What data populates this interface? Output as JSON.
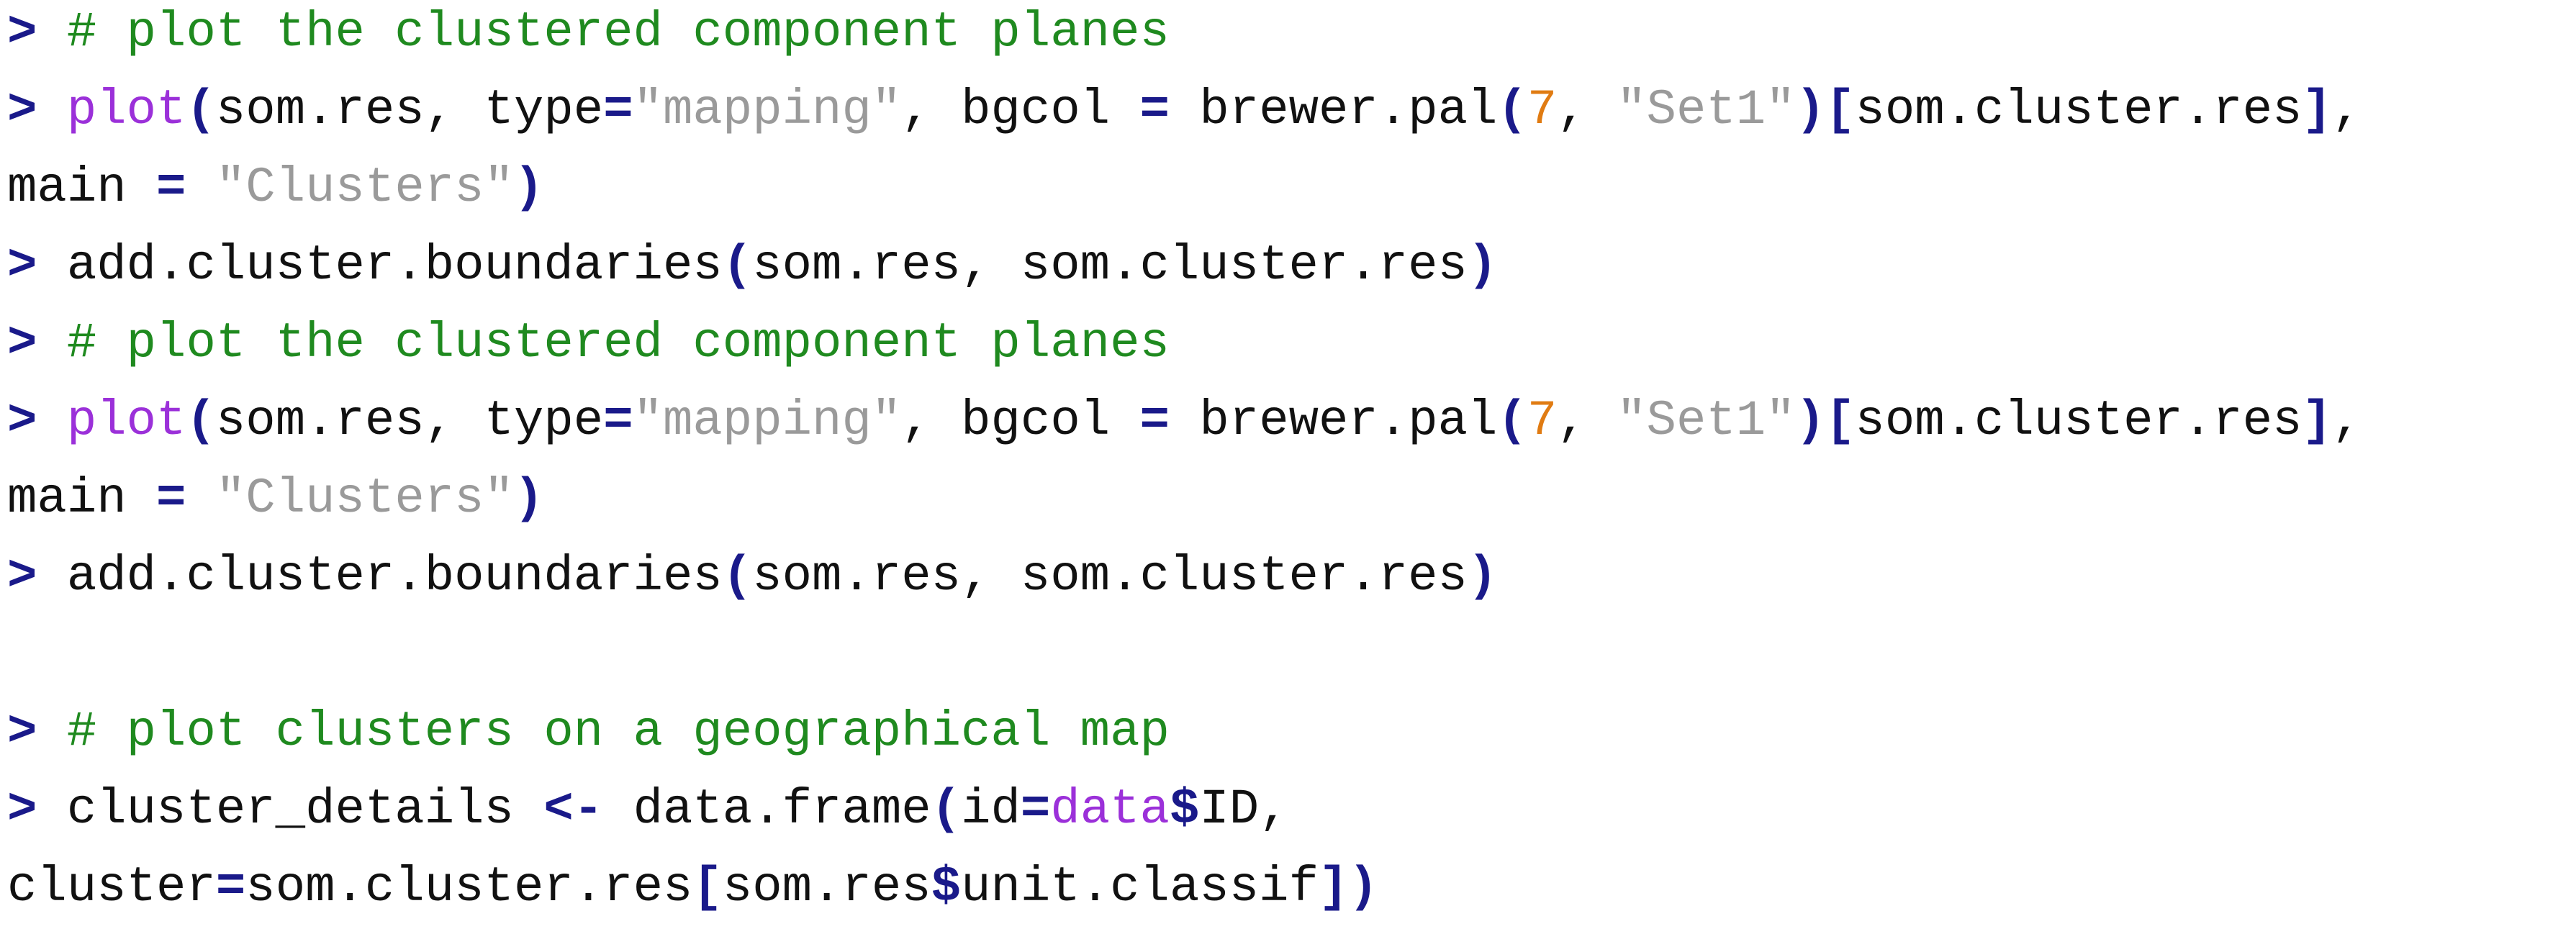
{
  "colors": {
    "prompt": "#1a1a8a",
    "comment": "#1f8a1f",
    "function": "#9b30d9",
    "string": "#9a9a9a",
    "number": "#e07b12",
    "text": "#111111",
    "background": "#ffffff"
  },
  "lines": [
    [
      {
        "c": "prompt",
        "t": "> "
      },
      {
        "c": "comment",
        "t": "# plot the clustered component planes"
      }
    ],
    [
      {
        "c": "prompt",
        "t": "> "
      },
      {
        "c": "fn",
        "t": "plot"
      },
      {
        "c": "paren",
        "t": "("
      },
      {
        "c": "plain",
        "t": "som.res, type"
      },
      {
        "c": "op",
        "t": "="
      },
      {
        "c": "str",
        "t": "\"mapping\""
      },
      {
        "c": "plain",
        "t": ", bgcol "
      },
      {
        "c": "op",
        "t": "="
      },
      {
        "c": "plain",
        "t": " brewer.pal"
      },
      {
        "c": "paren",
        "t": "("
      },
      {
        "c": "num",
        "t": "7"
      },
      {
        "c": "plain",
        "t": ", "
      },
      {
        "c": "str",
        "t": "\"Set1\""
      },
      {
        "c": "paren",
        "t": ")["
      },
      {
        "c": "plain",
        "t": "som.cluster.res"
      },
      {
        "c": "paren",
        "t": "]"
      },
      {
        "c": "plain",
        "t": ","
      }
    ],
    [
      {
        "c": "plain",
        "t": "main "
      },
      {
        "c": "op",
        "t": "="
      },
      {
        "c": "plain",
        "t": " "
      },
      {
        "c": "str",
        "t": "\"Clusters\""
      },
      {
        "c": "paren",
        "t": ")"
      }
    ],
    [
      {
        "c": "prompt",
        "t": "> "
      },
      {
        "c": "plain",
        "t": "add.cluster.boundaries"
      },
      {
        "c": "paren",
        "t": "("
      },
      {
        "c": "plain",
        "t": "som.res, som.cluster.res"
      },
      {
        "c": "paren",
        "t": ")"
      }
    ],
    [
      {
        "c": "prompt",
        "t": "> "
      },
      {
        "c": "comment",
        "t": "# plot the clustered component planes"
      }
    ],
    [
      {
        "c": "prompt",
        "t": "> "
      },
      {
        "c": "fn",
        "t": "plot"
      },
      {
        "c": "paren",
        "t": "("
      },
      {
        "c": "plain",
        "t": "som.res, type"
      },
      {
        "c": "op",
        "t": "="
      },
      {
        "c": "str",
        "t": "\"mapping\""
      },
      {
        "c": "plain",
        "t": ", bgcol "
      },
      {
        "c": "op",
        "t": "="
      },
      {
        "c": "plain",
        "t": " brewer.pal"
      },
      {
        "c": "paren",
        "t": "("
      },
      {
        "c": "num",
        "t": "7"
      },
      {
        "c": "plain",
        "t": ", "
      },
      {
        "c": "str",
        "t": "\"Set1\""
      },
      {
        "c": "paren",
        "t": ")["
      },
      {
        "c": "plain",
        "t": "som.cluster.res"
      },
      {
        "c": "paren",
        "t": "]"
      },
      {
        "c": "plain",
        "t": ","
      }
    ],
    [
      {
        "c": "plain",
        "t": "main "
      },
      {
        "c": "op",
        "t": "="
      },
      {
        "c": "plain",
        "t": " "
      },
      {
        "c": "str",
        "t": "\"Clusters\""
      },
      {
        "c": "paren",
        "t": ")"
      }
    ],
    [
      {
        "c": "prompt",
        "t": "> "
      },
      {
        "c": "plain",
        "t": "add.cluster.boundaries"
      },
      {
        "c": "paren",
        "t": "("
      },
      {
        "c": "plain",
        "t": "som.res, som.cluster.res"
      },
      {
        "c": "paren",
        "t": ")"
      }
    ],
    [],
    [
      {
        "c": "prompt",
        "t": "> "
      },
      {
        "c": "comment",
        "t": "# plot clusters on a geographical map"
      }
    ],
    [
      {
        "c": "prompt",
        "t": "> "
      },
      {
        "c": "plain",
        "t": "cluster_details "
      },
      {
        "c": "op",
        "t": "<-"
      },
      {
        "c": "plain",
        "t": " data.frame"
      },
      {
        "c": "paren",
        "t": "("
      },
      {
        "c": "plain",
        "t": "id"
      },
      {
        "c": "op",
        "t": "="
      },
      {
        "c": "fn",
        "t": "data"
      },
      {
        "c": "op",
        "t": "$"
      },
      {
        "c": "plain",
        "t": "ID,"
      }
    ],
    [
      {
        "c": "plain",
        "t": "cluster"
      },
      {
        "c": "op",
        "t": "="
      },
      {
        "c": "plain",
        "t": "som.cluster.res"
      },
      {
        "c": "paren",
        "t": "["
      },
      {
        "c": "plain",
        "t": "som.res"
      },
      {
        "c": "op",
        "t": "$"
      },
      {
        "c": "plain",
        "t": "unit.classif"
      },
      {
        "c": "paren",
        "t": "])"
      }
    ]
  ]
}
